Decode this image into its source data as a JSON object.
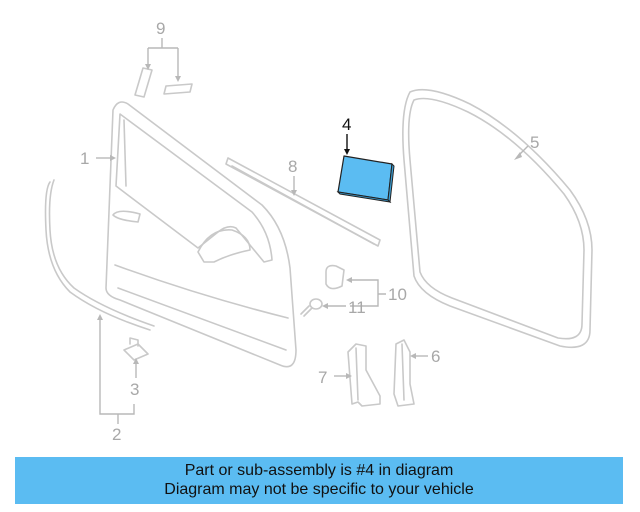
{
  "callouts": {
    "c1": "1",
    "c2": "2",
    "c3": "3",
    "c4": "4",
    "c5": "5",
    "c6": "6",
    "c7": "7",
    "c8": "8",
    "c9": "9",
    "c10": "10",
    "c11": "11"
  },
  "highlight_part": "4",
  "highlight_color": "#5bbcf2",
  "banner": {
    "line1": "Part or sub-assembly is #4 in diagram",
    "line2": "Diagram may not be specific to your vehicle",
    "color": "#5bbcf2"
  }
}
